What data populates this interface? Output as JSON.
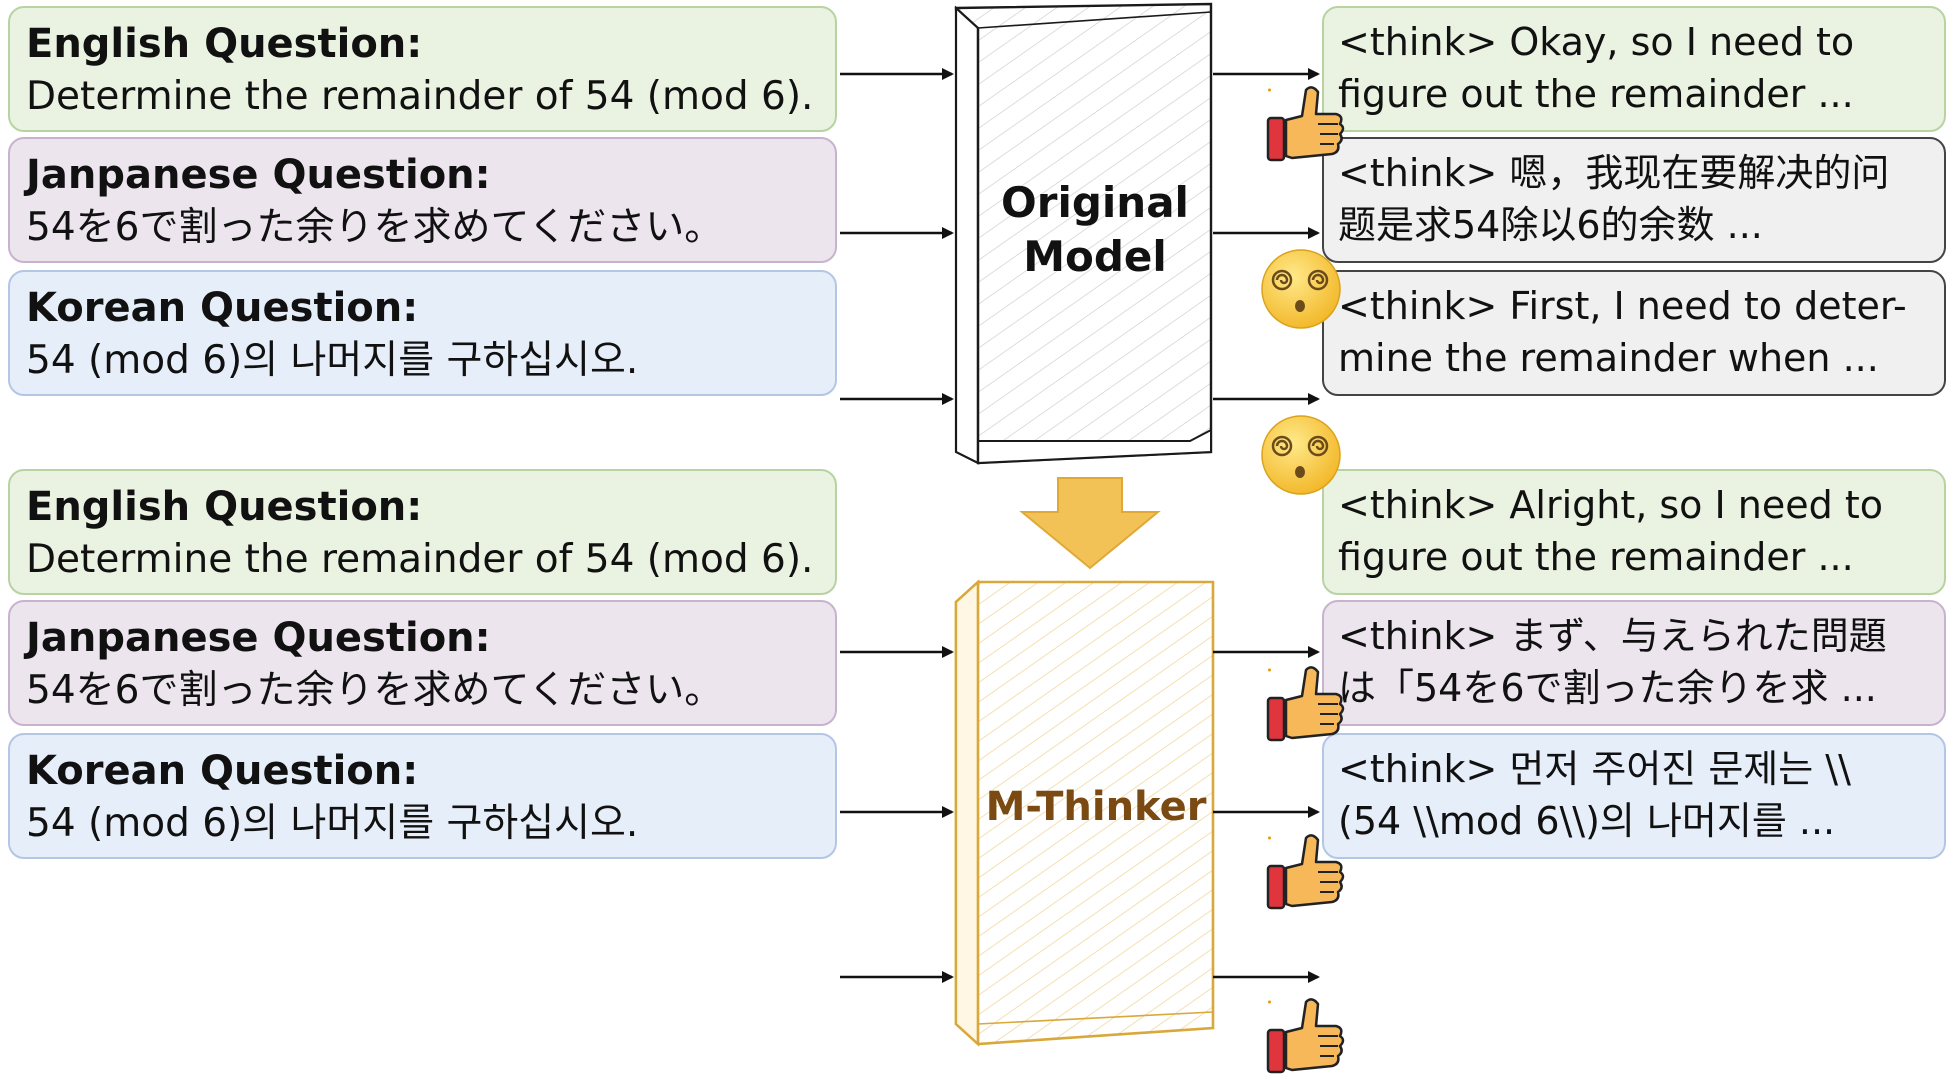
{
  "top_group": {
    "questions": [
      {
        "title": "English Question:",
        "text": "Determine the remainder of 54 (mod 6).",
        "color": "green"
      },
      {
        "title": "Janpanese Question:",
        "text": "54を6で割った余りを求めてください。",
        "color": "purple"
      },
      {
        "title": "Korean Question:",
        "text": "54 (mod 6)의 나머지를 구하십시오.",
        "color": "blue"
      }
    ],
    "model": {
      "label_line1": "Original",
      "label_line2": "Model"
    },
    "answers": [
      {
        "text": "<think> Okay, so I need to\nfigure out the remainder ...",
        "color": "green",
        "reaction": "thumbs-up-icon"
      },
      {
        "text": "<think> 嗯，我现在要解决的问\n题是求54除以6的余数 ...",
        "color": "gray",
        "reaction": "dizzy-face-icon"
      },
      {
        "text": "<think> First, I need to deter-\nmine the remainder when ...",
        "color": "gray",
        "reaction": "dizzy-face-icon"
      }
    ]
  },
  "bottom_group": {
    "questions": [
      {
        "title": "English Question:",
        "text": "Determine the remainder of 54 (mod 6).",
        "color": "green"
      },
      {
        "title": "Janpanese Question:",
        "text": "54を6で割った余りを求めてください。",
        "color": "purple"
      },
      {
        "title": "Korean Question:",
        "text": "54 (mod 6)의 나머지를 구하십시오.",
        "color": "blue"
      }
    ],
    "model": {
      "label": "M-Thinker"
    },
    "answers": [
      {
        "text": "<think> Alright, so I need to\nfigure out the remainder ...",
        "color": "green",
        "reaction": "thumbs-up-icon"
      },
      {
        "text": "<think> まず、与えられた問題\nは「54を6で割った余りを求 ...",
        "color": "purple",
        "reaction": "thumbs-up-icon"
      },
      {
        "text": "<think> 먼저 주어진 문제는 \\\\\n(54 \\\\mod 6\\\\)의 나머지를 ...",
        "color": "blue",
        "reaction": "thumbs-up-icon"
      }
    ]
  },
  "colors": {
    "green_fill": "#eaf2e1",
    "purple_fill": "#ece5ee",
    "blue_fill": "#e6eefa",
    "gray_fill": "#f0f0f0",
    "m_thinker_border": "#d9a83a",
    "m_thinker_text": "#7a4a12",
    "down_arrow": "#f2c257"
  }
}
